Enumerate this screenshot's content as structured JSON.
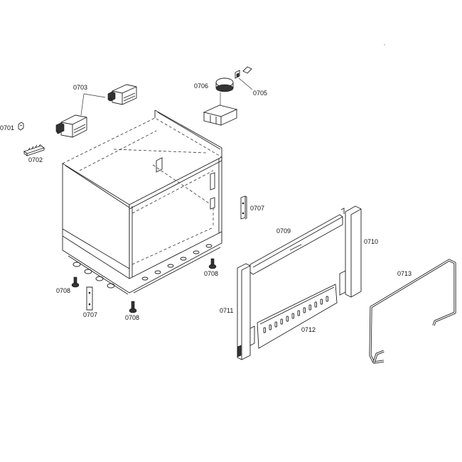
{
  "diagram": {
    "type": "exploded-parts-diagram",
    "subject": "Oven cabinet housing and rear frame assembly",
    "parts": [
      {
        "id": "p0701",
        "label": "0701",
        "description": "small clip"
      },
      {
        "id": "p0702",
        "label": "0702",
        "description": "terminal strip"
      },
      {
        "id": "p0703",
        "label": "0703",
        "description": "motor (x2)"
      },
      {
        "id": "p0705",
        "label": "0705",
        "description": "bracket clip"
      },
      {
        "id": "p0706",
        "label": "0706",
        "description": "thermostat / switch with cover box"
      },
      {
        "id": "p0707a",
        "label": "0707",
        "description": "hinge bracket (right)"
      },
      {
        "id": "p0707b",
        "label": "0707",
        "description": "hinge bracket (front)"
      },
      {
        "id": "p0708a",
        "label": "0708",
        "description": "foot screw (left)"
      },
      {
        "id": "p0708b",
        "label": "0708",
        "description": "foot screw (front)"
      },
      {
        "id": "p0708c",
        "label": "0708",
        "description": "foot screw (right)"
      },
      {
        "id": "p0709",
        "label": "0709",
        "description": "top cross rail"
      },
      {
        "id": "p0710",
        "label": "0710",
        "description": "right side upright"
      },
      {
        "id": "p0711",
        "label": "0711",
        "description": "vented panel"
      },
      {
        "id": "p0712",
        "label": "0712",
        "description": "left side upright"
      },
      {
        "id": "p0713",
        "label": "0713",
        "description": "wire handle / rod"
      }
    ]
  }
}
